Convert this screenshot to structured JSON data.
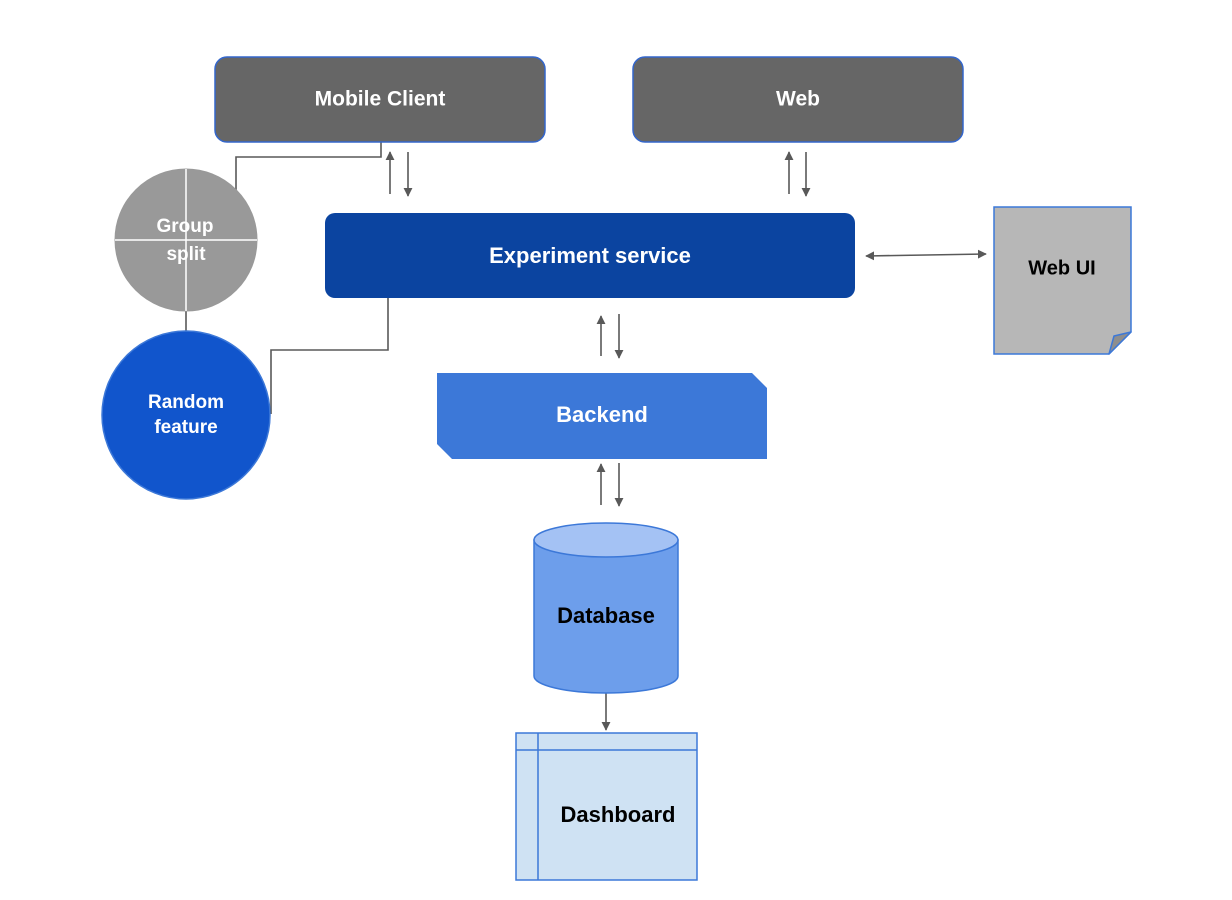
{
  "nodes": {
    "mobile_client": "Mobile Client",
    "web": "Web",
    "group_split_line1": "Group",
    "group_split_line2": "split",
    "experiment_service": "Experiment service",
    "web_ui": "Web UI",
    "random_feature_line1": "Random",
    "random_feature_line2": "feature",
    "backend": "Backend",
    "database": "Database",
    "dashboard": "Dashboard"
  },
  "colors": {
    "client_box": "#666666",
    "client_border": "#3366cc",
    "experiment_service": "#0b44a0",
    "backend": "#3c78d8",
    "database_body": "#6d9eeb",
    "database_top": "#a4c2f4",
    "dashboard_fill": "#cfe2f3",
    "dashboard_border": "#3c78d8",
    "web_ui_fill": "#b7b7b7",
    "web_ui_border": "#3c78d8",
    "group_split": "#999999",
    "random_feature": "#1155cc",
    "connector": "#595959",
    "text_light": "#ffffff",
    "text_dark": "#000000"
  }
}
